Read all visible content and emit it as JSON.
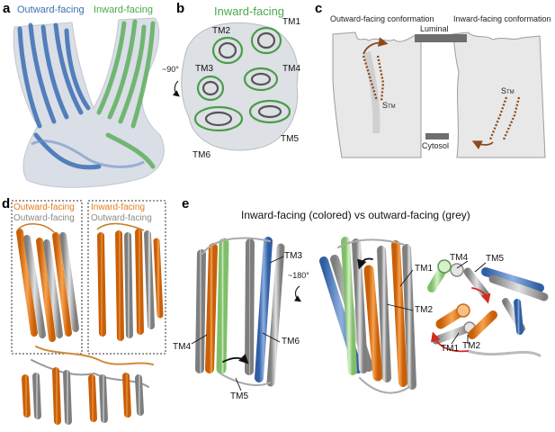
{
  "panels": {
    "a": {
      "letter": "a",
      "label_outward": "Outward-facing",
      "label_inward": "Inward-facing"
    },
    "b": {
      "letter": "b",
      "title": "Inward-facing",
      "rotation": "~90°",
      "tm_labels": [
        "TM1",
        "TM2",
        "TM3",
        "TM4",
        "TM5",
        "TM6"
      ]
    },
    "c": {
      "letter": "c",
      "label_outward": "Outward-facing conformation",
      "label_inward": "Inward-facing conformation",
      "luminal": "Luminal",
      "cytosol": "Cytosol",
      "site": "S",
      "site_sub": "TM"
    },
    "d": {
      "letter": "d",
      "left_colored": "Outward-facing",
      "left_grey": "Outward-facing",
      "right_colored": "Inward-facing",
      "right_grey": "Outward-facing"
    },
    "e": {
      "letter": "e",
      "title": "Inward-facing (colored) vs outward-facing (grey)",
      "rotation": "~180°",
      "tm_left": [
        "TM3",
        "TM4",
        "TM5",
        "TM6"
      ],
      "tm_middle": [
        "TM1",
        "TM2"
      ],
      "tm_right": [
        "TM4",
        "TM5",
        "TM1",
        "TM2"
      ]
    }
  },
  "colors": {
    "outward_blue": "#3b6fb4",
    "inward_green": "#4aa84a",
    "inward_orange": "#e57c1e",
    "grey": "#8a8a8a",
    "density_grey": "#c9ced6",
    "membrane_bar": "#6e6e6e",
    "arrow_brown": "#8b4a1e",
    "arrow_red": "#d42a1f"
  }
}
